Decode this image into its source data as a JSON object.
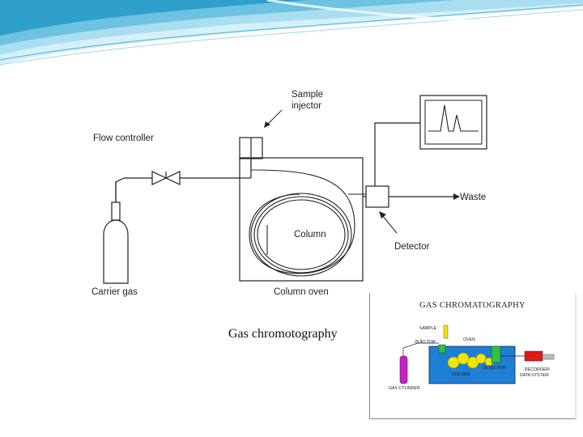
{
  "slide": {
    "caption": "Gas chromotography",
    "colors": {
      "wave_light": "#bfe6f2",
      "wave_mid": "#7fcde6",
      "wave_dark": "#3aa6cf"
    }
  },
  "main_diagram": {
    "labels": {
      "sample_injector_line1": "Sample",
      "sample_injector_line2": "injector",
      "flow_controller": "Flow controller",
      "carrier_gas": "Carrier gas",
      "column": "Column",
      "column_oven": "Column oven",
      "detector": "Detector",
      "waste": "Waste"
    }
  },
  "inset_diagram": {
    "title": "GAS CHROMATOGRAPHY",
    "labels": {
      "sample": "SAMPLE",
      "injector": "INJECTOR",
      "oven": "OVEN",
      "column": "COLUMN",
      "detector": "DETECTOR",
      "recorder_line1": "RECORDER/",
      "recorder_line2": "DATA SYSTEM",
      "gas_cylinder": "GAS CYLINDER"
    },
    "colors": {
      "oven": "#1f7fd6",
      "coil": "#f2e600",
      "detector": "#2fc43a",
      "recorder": "#e01a1a",
      "cylinder": "#c422c4"
    }
  }
}
